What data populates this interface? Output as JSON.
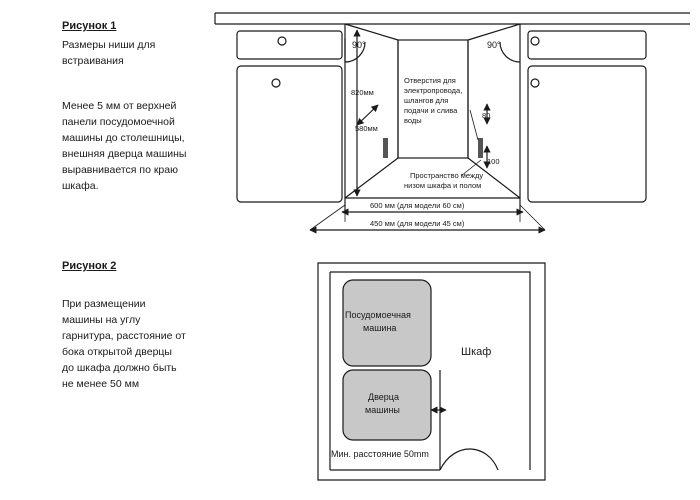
{
  "figure1": {
    "title": "Рисунок 1",
    "caption_lines": [
      "Размеры ниши для",
      "встраивания"
    ],
    "note_lines": [
      "Менее 5 мм от верхней",
      "панели посудомоечной",
      "машины до столешницы,",
      "внешняя дверца машины",
      "выравнивается по краю",
      "шкафа."
    ],
    "angle_left": "90°",
    "angle_right": "90°",
    "height_label": "820мм",
    "depth_label": "580мм",
    "holes_lines": [
      "Отверстия для",
      "электропровода,",
      "шлангов для",
      "подачи и слива",
      "воды"
    ],
    "dim_80": "80",
    "dim_100": "100",
    "space_lines": [
      "Пространство между",
      "низом шкафа и полом"
    ],
    "width_60": "600 мм (для модели 60 см)",
    "width_45": "450 мм (для модели 45 см)"
  },
  "figure2": {
    "title": "Рисунок 2",
    "note_lines": [
      "При размещении",
      "машины на углу",
      "гарнитура, расстояние от",
      "бока открытой дверцы",
      "до шкафа должно быть",
      "не менее 50 мм"
    ],
    "dishwasher_lines": [
      "Посудомоечная",
      "машина"
    ],
    "door_lines": [
      "Дверца",
      "машины"
    ],
    "cabinet_label": "Шкаф",
    "min_distance_label": "Мин. расстояние 50mm"
  }
}
